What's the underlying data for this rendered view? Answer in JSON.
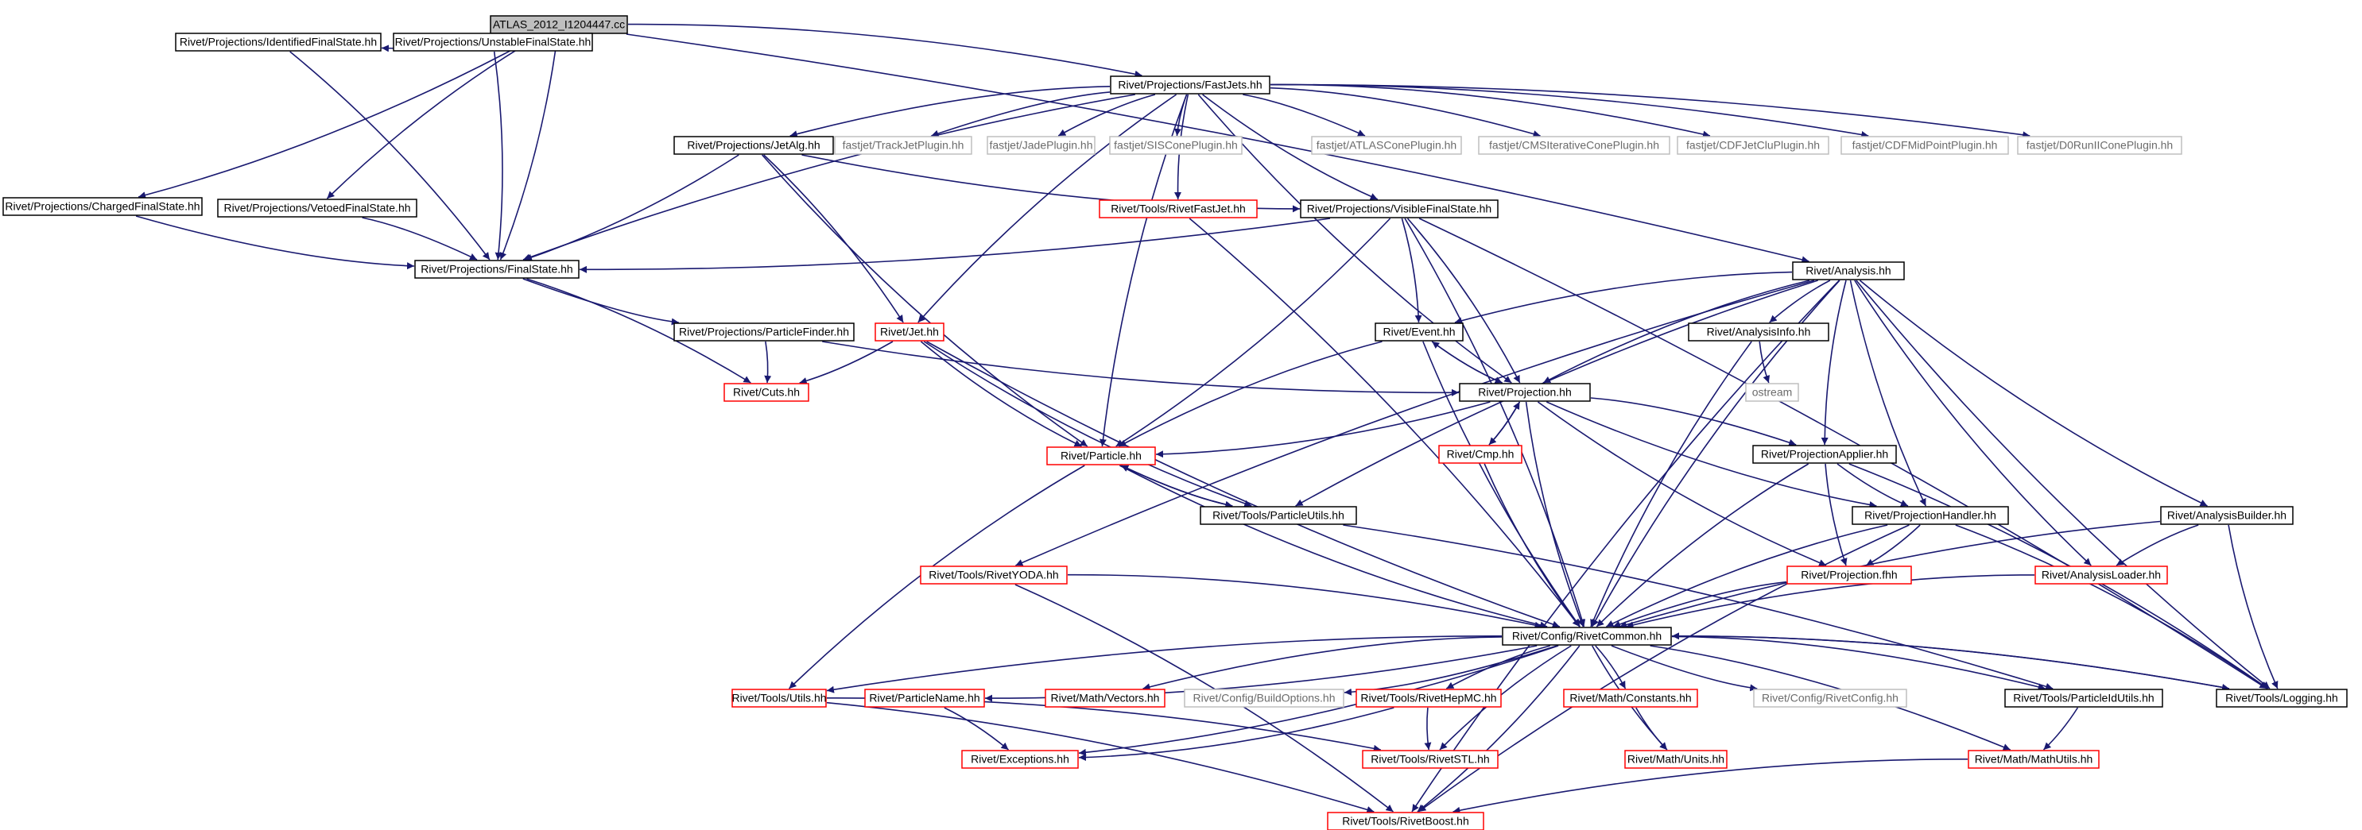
{
  "colors": {
    "edge": "#191970",
    "node_border_default": "#000000",
    "node_border_incomplete": "#ff0000",
    "node_border_external": "#bfbfbf",
    "root_fill": "#bfbfbf",
    "background": "#ffffff"
  },
  "nodes": [
    {
      "id": "root",
      "label": "ATLAS_2012_I1204447.cc",
      "kind": "root"
    },
    {
      "id": "identified",
      "label": "Rivet/Projections/IdentifiedFinalState.hh",
      "kind": "default"
    },
    {
      "id": "unstable",
      "label": "Rivet/Projections/UnstableFinalState.hh",
      "kind": "default"
    },
    {
      "id": "fastjets",
      "label": "Rivet/Projections/FastJets.hh",
      "kind": "default"
    },
    {
      "id": "charged",
      "label": "Rivet/Projections/ChargedFinalState.hh",
      "kind": "default"
    },
    {
      "id": "vetoed",
      "label": "Rivet/Projections/VetoedFinalState.hh",
      "kind": "default"
    },
    {
      "id": "jetalg",
      "label": "Rivet/Projections/JetAlg.hh",
      "kind": "default"
    },
    {
      "id": "trackjet",
      "label": "fastjet/TrackJetPlugin.hh",
      "kind": "external"
    },
    {
      "id": "jade",
      "label": "fastjet/JadePlugin.hh",
      "kind": "external"
    },
    {
      "id": "siscone",
      "label": "fastjet/SISConePlugin.hh",
      "kind": "external"
    },
    {
      "id": "atlascone",
      "label": "fastjet/ATLASConePlugin.hh",
      "kind": "external"
    },
    {
      "id": "cmsiter",
      "label": "fastjet/CMSIterativeConePlugin.hh",
      "kind": "external"
    },
    {
      "id": "cdfjetclu",
      "label": "fastjet/CDFJetCluPlugin.hh",
      "kind": "external"
    },
    {
      "id": "cdfmid",
      "label": "fastjet/CDFMidPointPlugin.hh",
      "kind": "external"
    },
    {
      "id": "d0run",
      "label": "fastjet/D0RunIIConePlugin.hh",
      "kind": "external"
    },
    {
      "id": "rivetfastjet",
      "label": "Rivet/Tools/RivetFastJet.hh",
      "kind": "incomplete"
    },
    {
      "id": "visible",
      "label": "Rivet/Projections/VisibleFinalState.hh",
      "kind": "default"
    },
    {
      "id": "finalstate",
      "label": "Rivet/Projections/FinalState.hh",
      "kind": "default"
    },
    {
      "id": "analysis",
      "label": "Rivet/Analysis.hh",
      "kind": "default"
    },
    {
      "id": "particlefinder",
      "label": "Rivet/Projections/ParticleFinder.hh",
      "kind": "default"
    },
    {
      "id": "jet",
      "label": "Rivet/Jet.hh",
      "kind": "incomplete"
    },
    {
      "id": "event",
      "label": "Rivet/Event.hh",
      "kind": "default"
    },
    {
      "id": "analysisinfo",
      "label": "Rivet/AnalysisInfo.hh",
      "kind": "default"
    },
    {
      "id": "cuts",
      "label": "Rivet/Cuts.hh",
      "kind": "incomplete"
    },
    {
      "id": "projection",
      "label": "Rivet/Projection.hh",
      "kind": "default"
    },
    {
      "id": "ostream",
      "label": "ostream",
      "kind": "external"
    },
    {
      "id": "particle",
      "label": "Rivet/Particle.hh",
      "kind": "incomplete"
    },
    {
      "id": "cmp",
      "label": "Rivet/Cmp.hh",
      "kind": "incomplete"
    },
    {
      "id": "projapplier",
      "label": "Rivet/ProjectionApplier.hh",
      "kind": "default"
    },
    {
      "id": "particleutils",
      "label": "Rivet/Tools/ParticleUtils.hh",
      "kind": "default"
    },
    {
      "id": "projhandler",
      "label": "Rivet/ProjectionHandler.hh",
      "kind": "default"
    },
    {
      "id": "analysisbuilder",
      "label": "Rivet/AnalysisBuilder.hh",
      "kind": "default"
    },
    {
      "id": "rivetyoda",
      "label": "Rivet/Tools/RivetYODA.hh",
      "kind": "incomplete"
    },
    {
      "id": "projfhh",
      "label": "Rivet/Projection.fhh",
      "kind": "incomplete"
    },
    {
      "id": "analysisloader",
      "label": "Rivet/AnalysisLoader.hh",
      "kind": "incomplete"
    },
    {
      "id": "rivetcommon",
      "label": "Rivet/Config/RivetCommon.hh",
      "kind": "default"
    },
    {
      "id": "utils",
      "label": "Rivet/Tools/Utils.hh",
      "kind": "incomplete"
    },
    {
      "id": "particlename",
      "label": "Rivet/ParticleName.hh",
      "kind": "incomplete"
    },
    {
      "id": "vectors",
      "label": "Rivet/Math/Vectors.hh",
      "kind": "incomplete"
    },
    {
      "id": "buildoptions",
      "label": "Rivet/Config/BuildOptions.hh",
      "kind": "external"
    },
    {
      "id": "rivethepmc",
      "label": "Rivet/Tools/RivetHepMC.hh",
      "kind": "incomplete"
    },
    {
      "id": "constants",
      "label": "Rivet/Math/Constants.hh",
      "kind": "incomplete"
    },
    {
      "id": "rivetconfig",
      "label": "Rivet/Config/RivetConfig.hh",
      "kind": "external"
    },
    {
      "id": "particleidutils",
      "label": "Rivet/Tools/ParticleIdUtils.hh",
      "kind": "default"
    },
    {
      "id": "logging",
      "label": "Rivet/Tools/Logging.hh",
      "kind": "default"
    },
    {
      "id": "exceptions",
      "label": "Rivet/Exceptions.hh",
      "kind": "incomplete"
    },
    {
      "id": "rivetstl",
      "label": "Rivet/Tools/RivetSTL.hh",
      "kind": "incomplete"
    },
    {
      "id": "units",
      "label": "Rivet/Math/Units.hh",
      "kind": "incomplete"
    },
    {
      "id": "mathutils",
      "label": "Rivet/Math/MathUtils.hh",
      "kind": "incomplete"
    },
    {
      "id": "rivetboost",
      "label": "Rivet/Tools/RivetBoost.hh",
      "kind": "incomplete"
    }
  ],
  "edges": [
    [
      "root",
      "identified"
    ],
    [
      "root",
      "unstable"
    ],
    [
      "root",
      "fastjets"
    ],
    [
      "root",
      "charged"
    ],
    [
      "root",
      "vetoed"
    ],
    [
      "root",
      "finalstate"
    ],
    [
      "root",
      "analysis"
    ],
    [
      "identified",
      "finalstate"
    ],
    [
      "unstable",
      "finalstate"
    ],
    [
      "charged",
      "finalstate"
    ],
    [
      "vetoed",
      "finalstate"
    ],
    [
      "fastjets",
      "jetalg"
    ],
    [
      "fastjets",
      "trackjet"
    ],
    [
      "fastjets",
      "jade"
    ],
    [
      "fastjets",
      "siscone"
    ],
    [
      "fastjets",
      "atlascone"
    ],
    [
      "fastjets",
      "cmsiter"
    ],
    [
      "fastjets",
      "cdfjetclu"
    ],
    [
      "fastjets",
      "cdfmid"
    ],
    [
      "fastjets",
      "d0run"
    ],
    [
      "fastjets",
      "rivetfastjet"
    ],
    [
      "fastjets",
      "visible"
    ],
    [
      "fastjets",
      "finalstate"
    ],
    [
      "fastjets",
      "jet"
    ],
    [
      "fastjets",
      "particle"
    ],
    [
      "fastjets",
      "projection"
    ],
    [
      "jetalg",
      "finalstate"
    ],
    [
      "jetalg",
      "visible"
    ],
    [
      "jetalg",
      "jet"
    ],
    [
      "jetalg",
      "particle"
    ],
    [
      "rivetfastjet",
      "rivetcommon"
    ],
    [
      "visible",
      "finalstate"
    ],
    [
      "visible",
      "event"
    ],
    [
      "visible",
      "projection"
    ],
    [
      "visible",
      "particle"
    ],
    [
      "visible",
      "rivetcommon"
    ],
    [
      "visible",
      "logging"
    ],
    [
      "finalstate",
      "particlefinder"
    ],
    [
      "finalstate",
      "cuts"
    ],
    [
      "particlefinder",
      "cuts"
    ],
    [
      "particlefinder",
      "projection"
    ],
    [
      "jet",
      "cuts"
    ],
    [
      "jet",
      "particle"
    ],
    [
      "jet",
      "particleutils"
    ],
    [
      "jet",
      "rivetcommon"
    ],
    [
      "analysis",
      "event"
    ],
    [
      "analysis",
      "projection"
    ],
    [
      "analysis",
      "analysisinfo"
    ],
    [
      "analysis",
      "projapplier"
    ],
    [
      "analysis",
      "projhandler"
    ],
    [
      "analysis",
      "analysisbuilder"
    ],
    [
      "analysis",
      "analysisloader"
    ],
    [
      "analysis",
      "rivetyoda"
    ],
    [
      "analysis",
      "particleutils"
    ],
    [
      "analysis",
      "rivetcommon"
    ],
    [
      "analysis",
      "logging"
    ],
    [
      "analysis",
      "rivetboost"
    ],
    [
      "event",
      "projection"
    ],
    [
      "event",
      "particle"
    ],
    [
      "event",
      "rivetcommon"
    ],
    [
      "analysisinfo",
      "ostream"
    ],
    [
      "analysisinfo",
      "rivetcommon"
    ],
    [
      "projection",
      "event"
    ],
    [
      "projection",
      "particle"
    ],
    [
      "projection",
      "cmp"
    ],
    [
      "projection",
      "projapplier"
    ],
    [
      "projection",
      "projhandler"
    ],
    [
      "projection",
      "projfhh"
    ],
    [
      "projection",
      "rivetcommon"
    ],
    [
      "cmp",
      "projection"
    ],
    [
      "cmp",
      "rivetcommon"
    ],
    [
      "particle",
      "particleutils"
    ],
    [
      "particle",
      "rivetcommon"
    ],
    [
      "particle",
      "utils"
    ],
    [
      "particleutils",
      "particle"
    ],
    [
      "particleutils",
      "particleidutils"
    ],
    [
      "projapplier",
      "projhandler"
    ],
    [
      "projapplier",
      "projfhh"
    ],
    [
      "projapplier",
      "rivetcommon"
    ],
    [
      "projapplier",
      "logging"
    ],
    [
      "projhandler",
      "projfhh"
    ],
    [
      "projhandler",
      "rivetcommon"
    ],
    [
      "projhandler",
      "logging"
    ],
    [
      "projhandler",
      "rivetboost"
    ],
    [
      "analysisbuilder",
      "analysisloader"
    ],
    [
      "analysisbuilder",
      "rivetcommon"
    ],
    [
      "analysisbuilder",
      "logging"
    ],
    [
      "analysisloader",
      "rivetcommon"
    ],
    [
      "rivetyoda",
      "rivetcommon"
    ],
    [
      "rivetyoda",
      "rivetboost"
    ],
    [
      "projfhh",
      "rivetcommon"
    ],
    [
      "rivetcommon",
      "utils"
    ],
    [
      "rivetcommon",
      "particlename"
    ],
    [
      "rivetcommon",
      "vectors"
    ],
    [
      "rivetcommon",
      "buildoptions"
    ],
    [
      "rivetcommon",
      "rivethepmc"
    ],
    [
      "rivetcommon",
      "constants"
    ],
    [
      "rivetcommon",
      "rivetconfig"
    ],
    [
      "rivetcommon",
      "particleidutils"
    ],
    [
      "rivetcommon",
      "logging"
    ],
    [
      "rivetcommon",
      "exceptions"
    ],
    [
      "rivetcommon",
      "rivetstl"
    ],
    [
      "rivetcommon",
      "units"
    ],
    [
      "rivetcommon",
      "mathutils"
    ],
    [
      "rivetcommon",
      "rivetboost"
    ],
    [
      "logging",
      "rivetcommon"
    ],
    [
      "utils",
      "rivetstl"
    ],
    [
      "utils",
      "rivetboost"
    ],
    [
      "particlename",
      "exceptions"
    ],
    [
      "rivethepmc",
      "exceptions"
    ],
    [
      "rivethepmc",
      "rivetstl"
    ],
    [
      "constants",
      "units"
    ],
    [
      "particleidutils",
      "mathutils"
    ],
    [
      "mathutils",
      "rivetboost"
    ]
  ]
}
